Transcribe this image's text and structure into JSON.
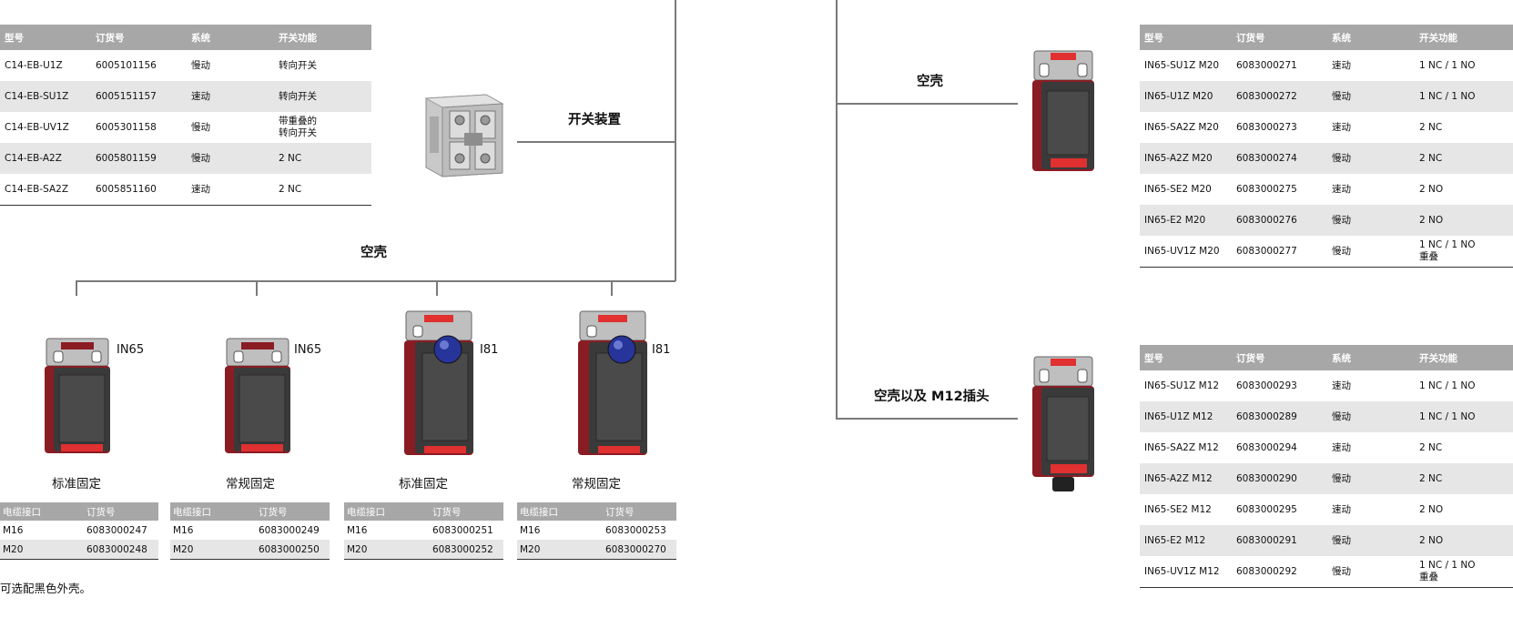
{
  "colors": {
    "header_bg": "#a7a7a7",
    "alt_row_bg": "#e6e6e6",
    "connector_line": "#7a7a7a",
    "housing_red": "#8a1c24",
    "actuator_blue": "#27349a"
  },
  "top_left_table": {
    "headers": [
      "型号",
      "订货号",
      "系统",
      "开关功能"
    ],
    "rows": [
      [
        "C14-EB-U1Z",
        "6005101156",
        "慢动",
        "转向开关"
      ],
      [
        "C14-EB-SU1Z",
        "6005151157",
        "速动",
        "转向开关"
      ],
      [
        "C14-EB-UV1Z",
        "6005301158",
        "慢动",
        "带重叠的",
        "转向开关"
      ],
      [
        "C14-EB-A2Z",
        "6005801159",
        "慢动",
        "2 NC"
      ],
      [
        "C14-EB-SA2Z",
        "6005851160",
        "速动",
        "2 NC"
      ]
    ]
  },
  "switch_insert": {
    "label": "开关装置",
    "icon": "switch-insert-module"
  },
  "housing_label": "空壳",
  "housings": [
    {
      "tag": "IN65",
      "caption": "标准固定",
      "icon": "in65-housing",
      "headers": [
        "电缆接口",
        "订货号"
      ],
      "rows": [
        [
          "M16",
          "6083000247"
        ],
        [
          "M20",
          "6083000248"
        ]
      ]
    },
    {
      "tag": "IN65",
      "caption": "常规固定",
      "icon": "in65-housing",
      "headers": [
        "电缆接口",
        "订货号"
      ],
      "rows": [
        [
          "M16",
          "6083000249"
        ],
        [
          "M20",
          "6083000250"
        ]
      ]
    },
    {
      "tag": "I81",
      "caption": "标准固定",
      "icon": "i81-housing",
      "headers": [
        "电缆接口",
        "订货号"
      ],
      "rows": [
        [
          "M16",
          "6083000251"
        ],
        [
          "M20",
          "6083000252"
        ]
      ]
    },
    {
      "tag": "I81",
      "caption": "常规固定",
      "icon": "i81-housing",
      "headers": [
        "电缆接口",
        "订货号"
      ],
      "rows": [
        [
          "M16",
          "6083000253"
        ],
        [
          "M20",
          "6083000270"
        ]
      ]
    }
  ],
  "footnote": "可选配黑色外壳。",
  "right_top": {
    "label": "空壳",
    "headers": [
      "型号",
      "订货号",
      "系统",
      "开关功能"
    ],
    "rows": [
      [
        "IN65-SU1Z M20",
        "6083000271",
        "速动",
        "1 NC / 1 NO"
      ],
      [
        "IN65-U1Z M20",
        "6083000272",
        "慢动",
        "1 NC / 1 NO"
      ],
      [
        "IN65-SA2Z M20",
        "6083000273",
        "速动",
        "2 NC"
      ],
      [
        "IN65-A2Z M20",
        "6083000274",
        "慢动",
        "2 NC"
      ],
      [
        "IN65-SE2 M20",
        "6083000275",
        "速动",
        "2 NO"
      ],
      [
        "IN65-E2 M20",
        "6083000276",
        "慢动",
        "2 NO"
      ],
      [
        "IN65-UV1Z M20",
        "6083000277",
        "慢动",
        "1 NC / 1 NO",
        "重叠"
      ]
    ]
  },
  "right_bottom": {
    "label": "空壳以及 M12插头",
    "headers": [
      "型号",
      "订货号",
      "系统",
      "开关功能"
    ],
    "rows": [
      [
        "IN65-SU1Z M12",
        "6083000293",
        "速动",
        "1 NC / 1 NO"
      ],
      [
        "IN65-U1Z M12",
        "6083000289",
        "慢动",
        "1 NC / 1 NO"
      ],
      [
        "IN65-SA2Z M12",
        "6083000294",
        "速动",
        "2 NC"
      ],
      [
        "IN65-A2Z M12",
        "6083000290",
        "慢动",
        "2 NC"
      ],
      [
        "IN65-SE2 M12",
        "6083000295",
        "速动",
        "2 NO"
      ],
      [
        "IN65-E2 M12",
        "6083000291",
        "慢动",
        "2 NO"
      ],
      [
        "IN65-UV1Z M12",
        "6083000292",
        "慢动",
        "1 NC / 1 NO",
        "重叠"
      ]
    ]
  }
}
